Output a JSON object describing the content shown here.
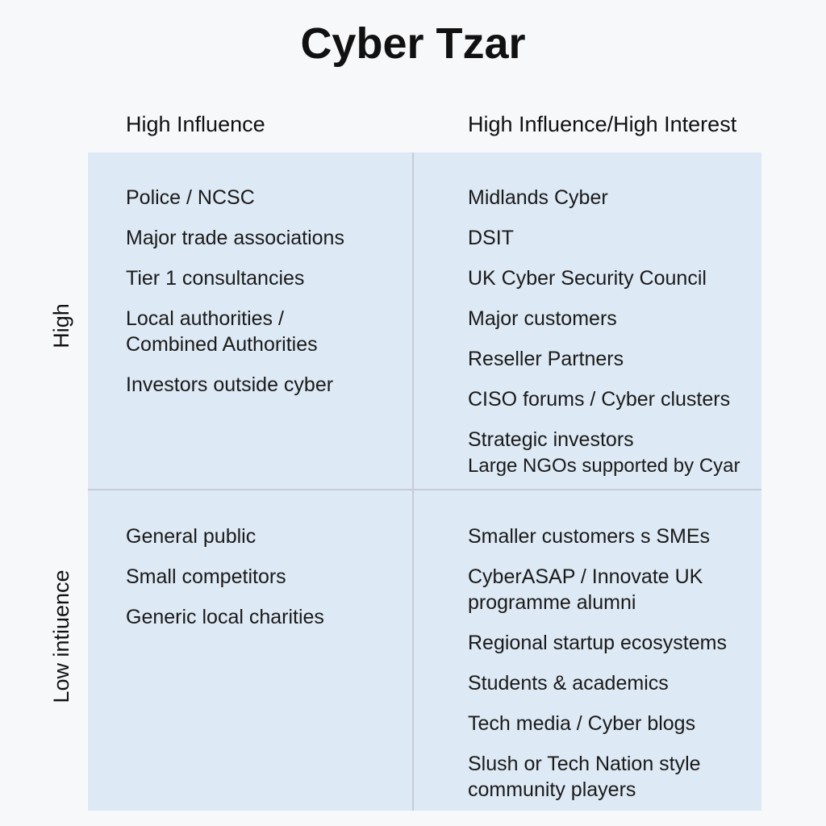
{
  "title": "Cyber Tzar",
  "column_headers": {
    "left": "High Influence",
    "right": "High Influence/High Interest"
  },
  "row_labels": {
    "top": "High",
    "bottom": "Low intiuence"
  },
  "quadrants": {
    "top_left": [
      "Police / NCSC",
      "Major trade associations",
      "Tier 1 consultancies",
      "Local authorities /\nCombined Authorities",
      "Investors outside cyber"
    ],
    "top_right": [
      "Midlands Cyber",
      "DSIT",
      "UK Cyber Security Council",
      "Major customers",
      "Reseller Partners",
      "CISO forums / Cyber clusters",
      "Strategic investors",
      "Large NGOs supported by Cyar"
    ],
    "bottom_left": [
      "General public",
      "Small competitors",
      "Generic local charities"
    ],
    "bottom_right": [
      "Smaller customers s SMEs",
      "CyberASAP / Innovate UK\nprogramme alumni",
      "Regional startup ecosystems",
      "Students & academics",
      "Tech media / Cyber blogs",
      "Slush or Tech Nation style\ncommunity players"
    ]
  }
}
